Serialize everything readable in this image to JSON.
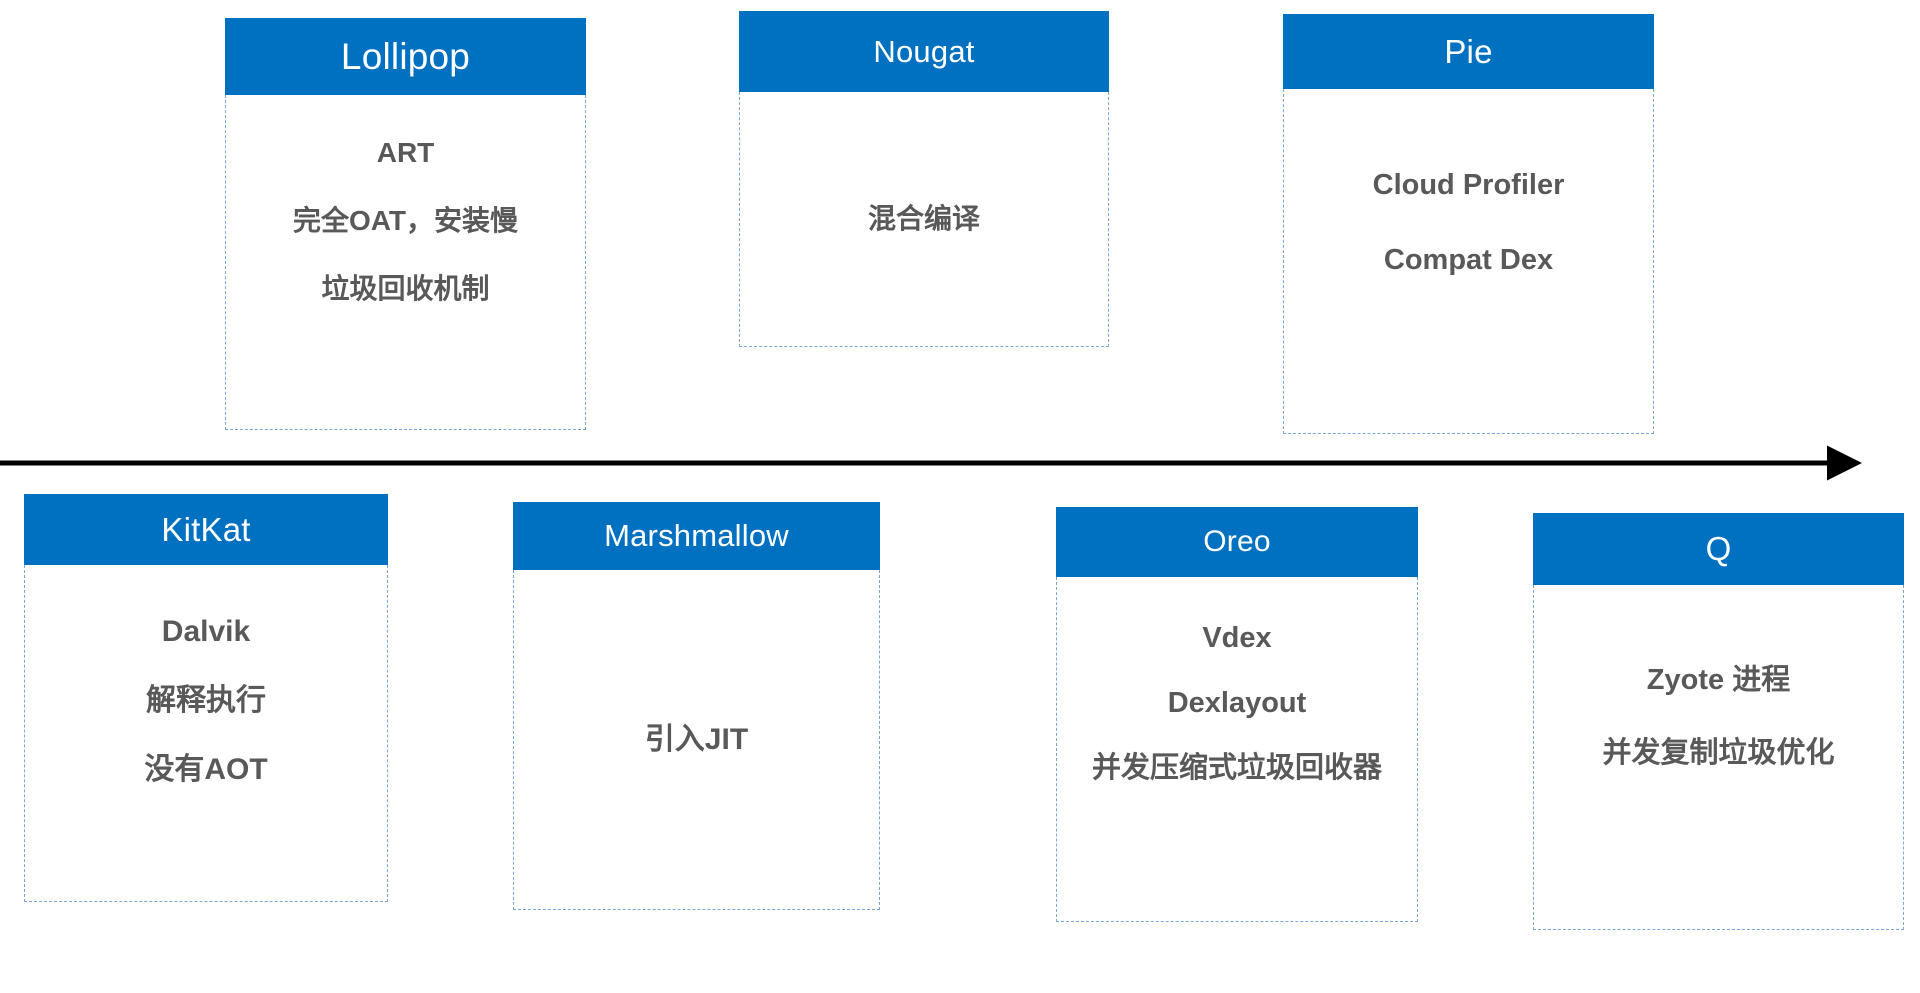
{
  "diagram": {
    "title_hidden": "",
    "accent_color": "#0070c0",
    "body_text_color": "#595959",
    "dash_border_color": "#7ba7d7",
    "arrow_color": "#000000"
  },
  "arrow": {
    "name": "timeline-arrow",
    "direction": "right"
  },
  "top_row": [
    {
      "title": "Lollipop",
      "lines": [
        "ART",
        "完全OAT，安装慢",
        "垃圾回收机制"
      ]
    },
    {
      "title": "Nougat",
      "lines": [
        "混合编译"
      ]
    },
    {
      "title": "Pie",
      "lines": [
        "Cloud Profiler",
        "Compat Dex"
      ]
    }
  ],
  "bottom_row": [
    {
      "title": "KitKat",
      "lines": [
        "Dalvik",
        "解释执行",
        "没有AOT"
      ]
    },
    {
      "title": "Marshmallow",
      "lines": [
        "引入JIT"
      ]
    },
    {
      "title": "Oreo",
      "lines": [
        "Vdex",
        "Dexlayout",
        "并发压缩式垃圾回收器"
      ]
    },
    {
      "title": "Q",
      "lines": [
        "Zyote 进程",
        "并发复制垃圾优化"
      ]
    }
  ]
}
